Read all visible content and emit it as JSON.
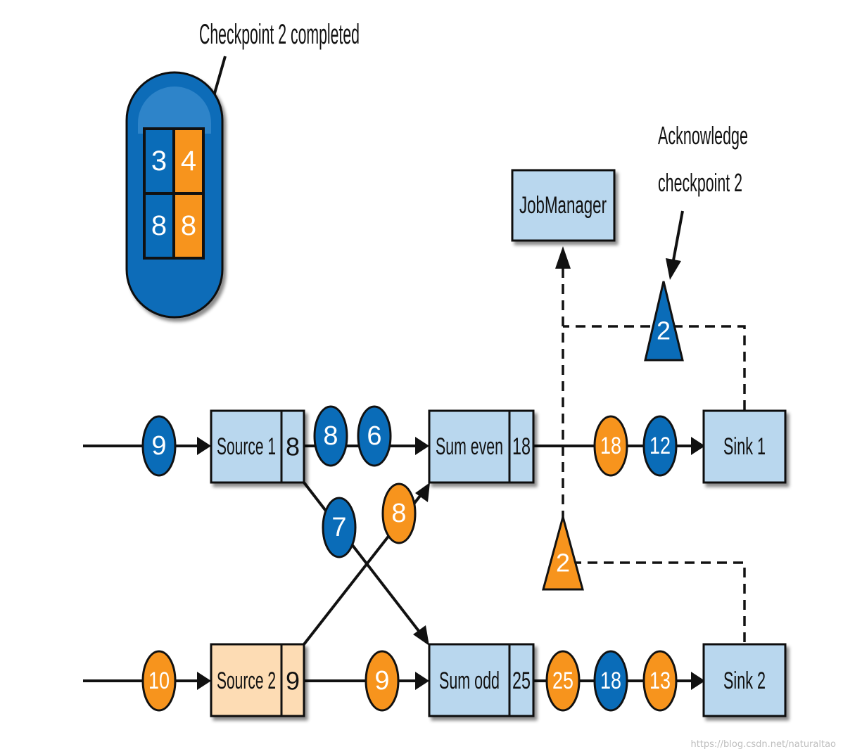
{
  "colors": {
    "blue": "#0a6cb8",
    "orange": "#f7941d",
    "light_blue": "#b9d7ee",
    "light_orange": "#fddcb4",
    "dark": "#111111",
    "state_blue": "#1571c2"
  },
  "annotations": {
    "checkpoint_completed": "Checkpoint 2 completed",
    "acknowledge_line1": "Acknowledge",
    "acknowledge_line2": "checkpoint 2"
  },
  "state_store": {
    "cells": [
      "3",
      "4",
      "8",
      "8"
    ]
  },
  "job_manager": {
    "label": "JobManager"
  },
  "operators": {
    "source1": {
      "label": "Source 1",
      "state": "8"
    },
    "source2": {
      "label": "Source 2",
      "state": "9"
    },
    "sum_even": {
      "label": "Sum even",
      "state": "18"
    },
    "sum_odd": {
      "label": "Sum odd",
      "state": "25"
    },
    "sink1": {
      "label": "Sink 1"
    },
    "sink2": {
      "label": "Sink 2"
    }
  },
  "records": {
    "in1": "9",
    "s1_a": "8",
    "s1_b": "6",
    "cross_blue": "7",
    "cross_orange": "8",
    "in2": "10",
    "s2_out": "9",
    "even_a": "18",
    "even_b": "12",
    "odd_a": "25",
    "odd_b": "18",
    "odd_c": "13"
  },
  "barriers": {
    "ack_sink1": "2",
    "ack_sink2": "2"
  },
  "watermark": "https://blog.csdn.net/naturaltao"
}
